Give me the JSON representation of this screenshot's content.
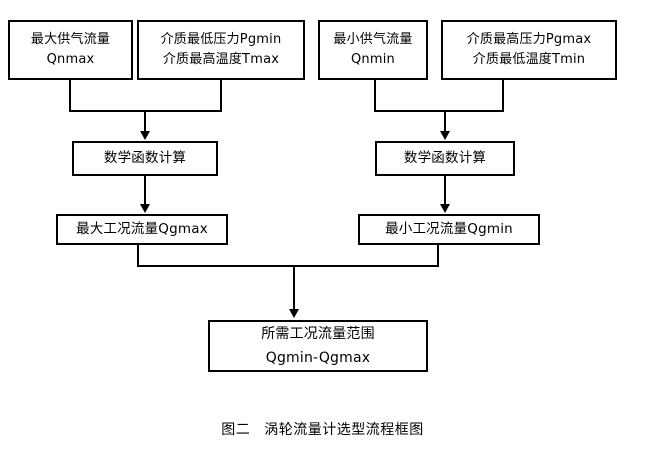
{
  "figure": {
    "caption_label": "图二",
    "caption_title": "涡轮流量计选型流程框图"
  },
  "colors": {
    "stroke": "#000000",
    "background": "#ffffff",
    "text": "#000000"
  },
  "diagram": {
    "type": "flowchart",
    "orientation": "top-to-bottom",
    "inputs": [
      {
        "id": "qnmax",
        "line1": "最大供气流量",
        "line2": "Qnmax"
      },
      {
        "id": "pgmin_tmax",
        "line1": "介质最低压力Pgmin",
        "line2": "介质最高温度Tmax"
      },
      {
        "id": "qnmin",
        "line1": "最小供气流量",
        "line2": "Qnmin"
      },
      {
        "id": "pgmax_tmin",
        "line1": "介质最高压力Pgmax",
        "line2": "介质最低温度Tmin"
      }
    ],
    "calculations": [
      {
        "id": "calc-left",
        "label": "数学函数计算"
      },
      {
        "id": "calc-right",
        "label": "数学函数计算"
      }
    ],
    "results": [
      {
        "id": "qgmax",
        "label": "最大工况流量Qgmax"
      },
      {
        "id": "qgmin",
        "label": "最小工况流量Qgmin"
      }
    ],
    "final": {
      "id": "range",
      "line1": "所需工况流量范围",
      "line2": "Qgmin-Qgmax"
    }
  }
}
